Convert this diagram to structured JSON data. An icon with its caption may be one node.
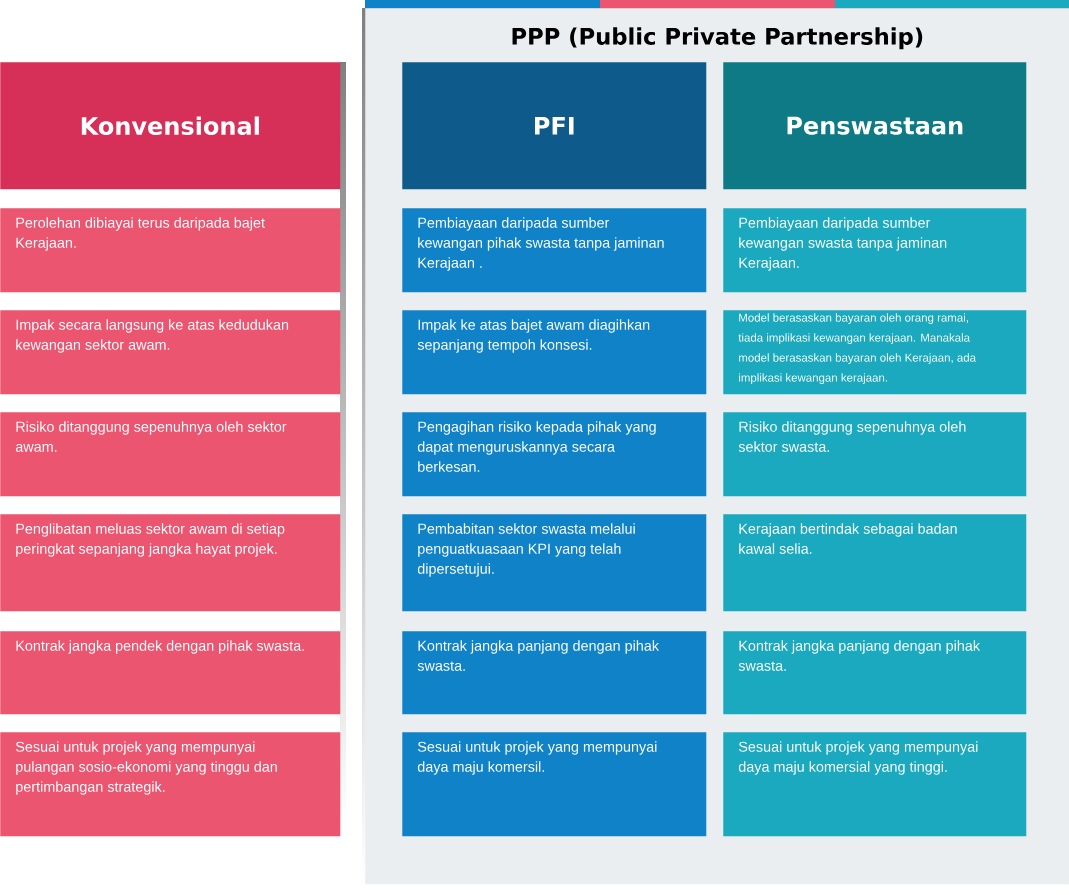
{
  "diagram": {
    "nodes": [
      {
        "text": [
          "Konvensional"
        ]
      },
      {
        "text": [
          "Perolehan dibiayai terus daripada bajet Kerajaan."
        ]
      },
      {
        "text": [
          "Impak secara langsung ke atas kedudukan kewangan sektor awam."
        ]
      },
      {
        "text": [
          "Risiko ditanggung sepenuhnya oleh sektor awam."
        ]
      },
      {
        "text": [
          "Penglibatan meluas sektor awam di setiap peringkat sepanjang jangka hayat projek."
        ]
      },
      {
        "text": [
          "Kontrak jangka pendek dengan pihak swasta."
        ]
      },
      {
        "text": [
          "Sesuai untuk projek yang mempunyai pulangan sosio-ekonomi yang tinggu dan pertimbangan strategik."
        ]
      },
      {
        "text": [
          "PPP (Public Private Partnership)"
        ]
      },
      {
        "text": [
          "PFI"
        ],
        "in": 7
      },
      {
        "text": [
          "Pembiayaan daripada sumber kewangan pihak swasta tanpa jaminan Kerajaan ."
        ],
        "in": 7
      },
      {
        "text": [
          "Impak ke atas bajet awam diagihkan sepanjang tempoh konsesi."
        ],
        "in": 7
      },
      {
        "text": [
          "Pengagihan risiko kepada pihak yang dapat menguruskannya secara berkesan."
        ],
        "in": 7
      },
      {
        "text": [
          "Pembabitan sektor swasta melalui penguatkuasaan KPI yang telah dipersetujui."
        ],
        "in": 7
      },
      {
        "text": [
          "Kontrak jangka panjang dengan pihak swasta."
        ],
        "in": 7
      },
      {
        "text": [
          "Sesuai untuk projek yang mempunyai daya maju komersil."
        ],
        "in": 7
      },
      {
        "text": [
          "Penswastaan"
        ],
        "in": 7
      },
      {
        "text": [
          "Pembiayaan daripada sumber kewangan swasta tanpa jaminan Kerajaan."
        ],
        "in": 7
      },
      {
        "text": [
          "Model berasaskan bayaran oleh orang ramai, tiada implikasi kewangan kerajaan. Manakala model berasaskan bayaran oleh Kerajaan, ada implikasi kewangan kerajaan."
        ],
        "in": 7
      },
      {
        "text": [
          "Risiko ditanggung sepenuhnya oleh sektor swasta."
        ],
        "in": 7
      },
      {
        "text": [
          "Kerajaan bertindak sebagai badan kawal selia."
        ],
        "in": 7
      },
      {
        "text": [
          "Kontrak jangka panjang dengan pihak swasta."
        ],
        "in": 7
      },
      {
        "text": [
          "Sesuai untuk projek yang mempunyai daya maju komersial yang tinggi."
        ],
        "in": 7
      }
    ]
  }
}
